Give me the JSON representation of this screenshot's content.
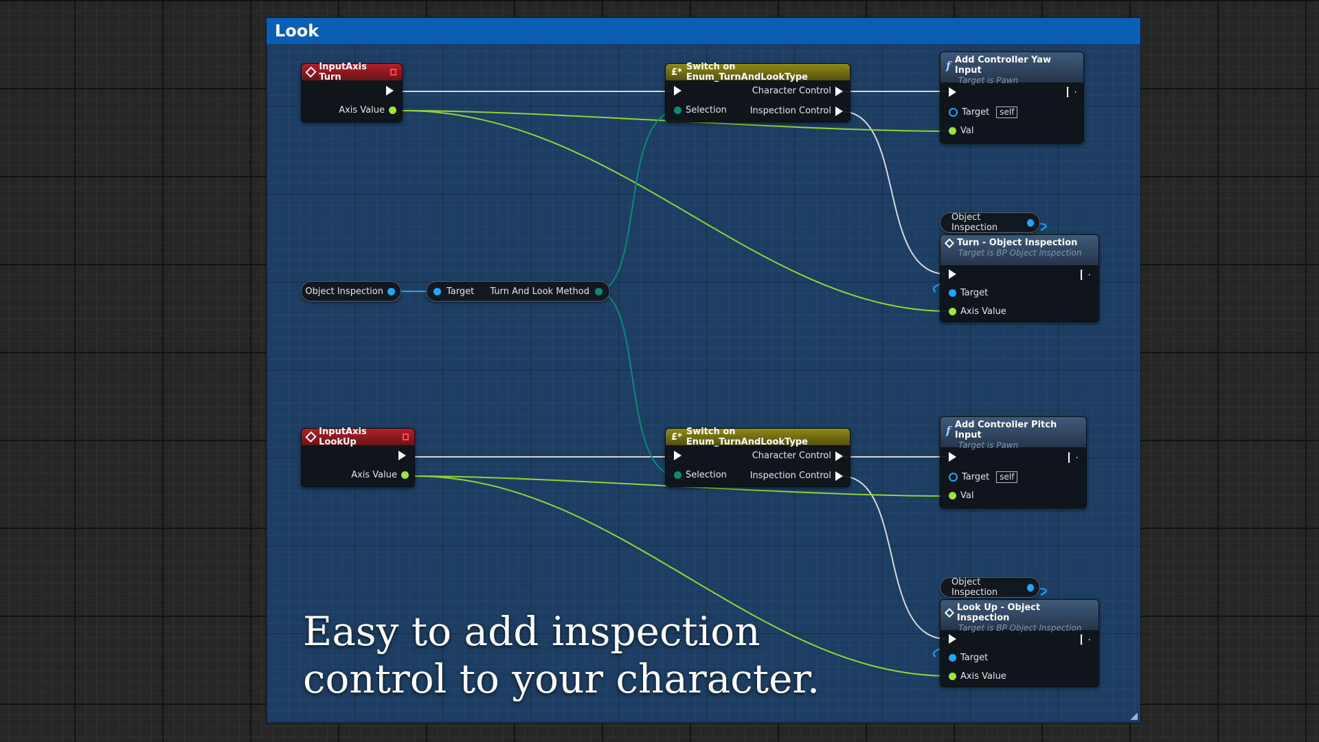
{
  "comment": {
    "title": "Look"
  },
  "caption": {
    "line1": "Easy to add inspection",
    "line2": "control to your character."
  },
  "colors": {
    "exec": "#ffffff",
    "float": "#9fe33c",
    "object": "#1ea7ff",
    "enum": "#0b8a77",
    "comment_header": "#0a5fb4",
    "comment_body": "#1d3e62"
  },
  "nodes": {
    "input_turn": {
      "title": "InputAxis Turn",
      "axis_value": "Axis Value"
    },
    "input_lookup": {
      "title": "InputAxis LookUp",
      "axis_value": "Axis Value"
    },
    "switch_top": {
      "title": "Switch on Enum_TurnAndLookType",
      "selection": "Selection",
      "character_control": "Character Control",
      "inspection_control": "Inspection Control"
    },
    "switch_bottom": {
      "title": "Switch on Enum_TurnAndLookType",
      "selection": "Selection",
      "character_control": "Character Control",
      "inspection_control": "Inspection Control"
    },
    "yaw": {
      "title": "Add Controller Yaw Input",
      "subtitle": "Target is Pawn",
      "target": "Target",
      "self": "self",
      "val": "Val"
    },
    "pitch": {
      "title": "Add Controller Pitch Input",
      "subtitle": "Target is Pawn",
      "target": "Target",
      "self": "self",
      "val": "Val"
    },
    "turn_inspection": {
      "title": "Turn - Object Inspection",
      "subtitle": "Target is BP Object Inspection",
      "target": "Target",
      "axis_value": "Axis Value"
    },
    "lookup_inspection": {
      "title": "Look Up - Object Inspection",
      "subtitle": "Target is BP Object Inspection",
      "target": "Target",
      "axis_value": "Axis Value"
    },
    "var_object_inspection_left": {
      "label": "Object Inspection"
    },
    "get_turn_look_method": {
      "target": "Target",
      "output": "Turn And Look Method"
    },
    "var_object_inspection_top": {
      "label": "Object Inspection"
    },
    "var_object_inspection_bottom": {
      "label": "Object Inspection"
    }
  }
}
